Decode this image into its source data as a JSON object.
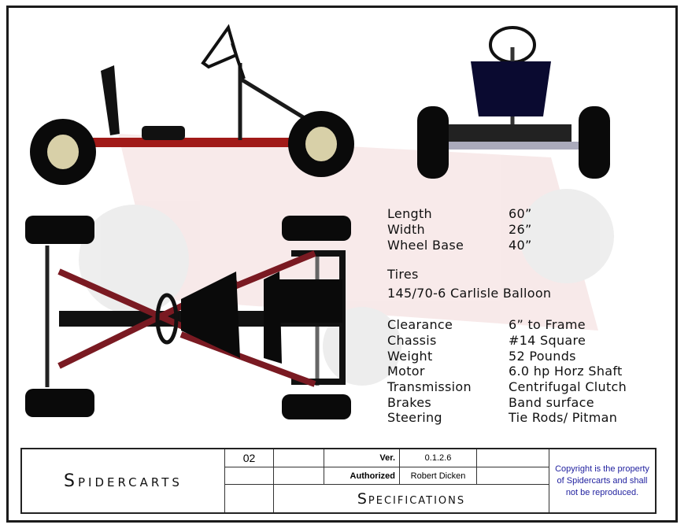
{
  "specs": [
    {
      "label": "Length",
      "value": "60”"
    },
    {
      "label": "Width",
      "value": "26”"
    },
    {
      "label": "Wheel Base",
      "value": "40”"
    }
  ],
  "tires": {
    "heading": "Tires",
    "value": "145/70-6 Carlisle Balloon"
  },
  "specs2": [
    {
      "label": "Clearance",
      "value": "6” to Frame"
    },
    {
      "label": "Chassis",
      "value": "#14 Square"
    },
    {
      "label": "Weight",
      "value": "52 Pounds"
    },
    {
      "label": "Motor",
      "value": "6.0 hp Horz Shaft"
    },
    {
      "label": "Transmission",
      "value": "Centrifugal Clutch"
    },
    {
      "label": "Brakes",
      "value": "Band surface"
    },
    {
      "label": "Steering",
      "value": "Tie Rods/ Pitman"
    }
  ],
  "title_block": {
    "company": "Spidercarts",
    "sheet": "02",
    "ver_label": "Ver.",
    "ver_value": "0.1.2.6",
    "auth_label": "Authorized",
    "auth_value": "Robert Dicken",
    "doc_title": "Specifications",
    "copyright": "Copyright is the property of Spidercarts and shall not be reproduced."
  },
  "colors": {
    "frame_red": "#a11a18",
    "tube_red": "#7a1a22",
    "tire": "#0a0a0a",
    "copyright_blue": "#2323a0"
  }
}
